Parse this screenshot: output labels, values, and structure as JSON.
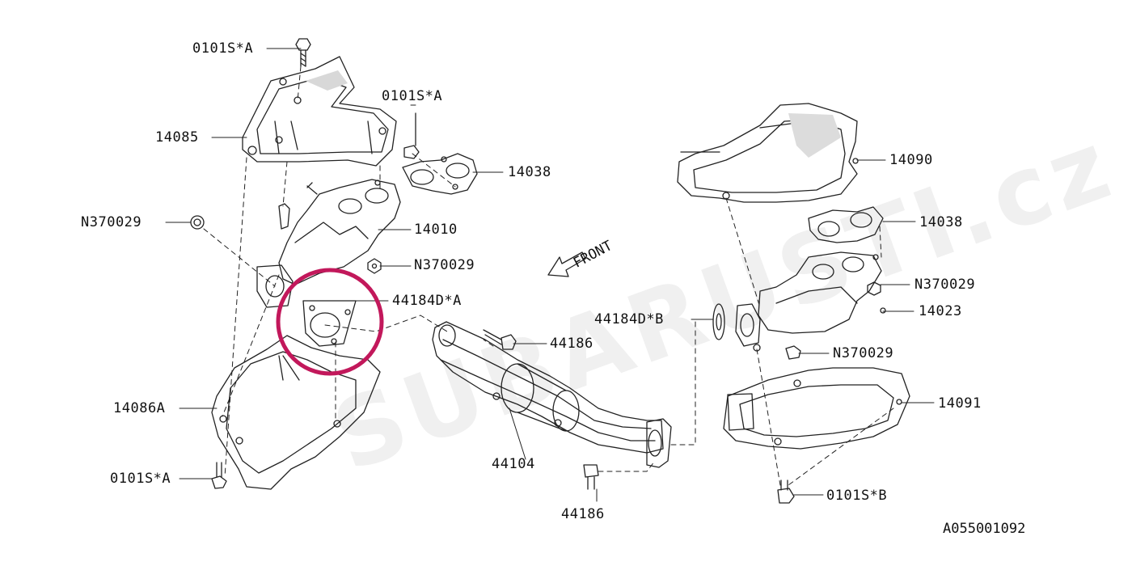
{
  "diagram": {
    "watermark": "SUBARUSTI.cz",
    "front_label": "FRONT",
    "catalog_code": "A055001092",
    "highlight_color": "#c2185b",
    "line_color": "#222222",
    "labels": {
      "bolt_top": "0101S*A",
      "bolt_mid": "0101S*A",
      "cover_14085": "14085",
      "gasket_14038_left": "14038",
      "nut_left": "N370029",
      "manifold_14010": "14010",
      "nut_mid": "N370029",
      "gasket_44184_a": "44184D*A",
      "bolt_44186_top": "44186",
      "cover_14086a": "14086A",
      "bolt_bottom_left": "0101S*A",
      "pipe_44104": "44104",
      "bolt_44186_bottom": "44186",
      "cover_14090": "14090",
      "gasket_14038_right": "14038",
      "nut_right_top": "N370029",
      "manifold_14023": "14023",
      "gasket_44184_b": "44184D*B",
      "nut_right_bottom": "N370029",
      "cover_14091": "14091",
      "bolt_bottom_right": "0101S*B"
    }
  }
}
